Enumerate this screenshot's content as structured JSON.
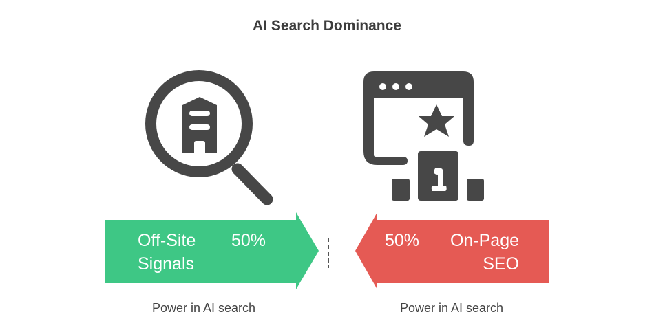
{
  "title": "AI Search Dominance",
  "left": {
    "label_line1": "Off-Site",
    "label_line2": "Signals",
    "percent": "50%",
    "value": 50,
    "caption": "Power in AI search",
    "color": "#3ec785",
    "icon": "magnifier-building-icon"
  },
  "right": {
    "label_line1": "On-Page",
    "label_line2": "SEO",
    "percent": "50%",
    "value": 50,
    "caption": "Power in AI search",
    "color": "#e55a54",
    "icon": "browser-star-podium-icon"
  },
  "icon_color": "#474747"
}
